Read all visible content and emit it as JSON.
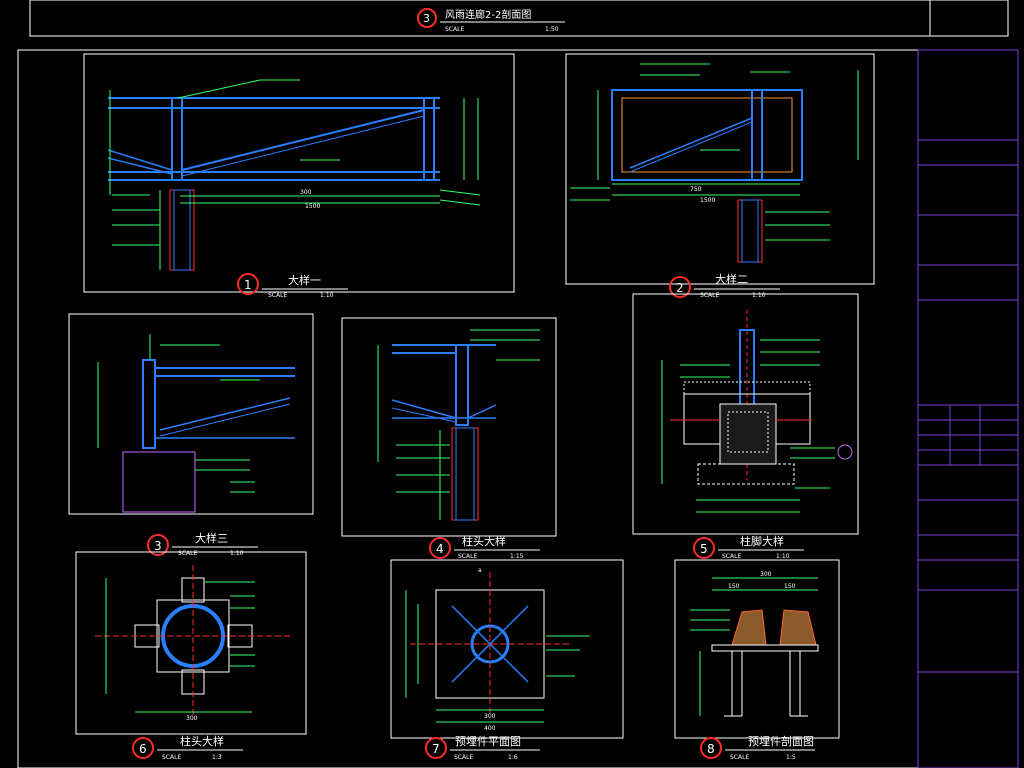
{
  "header": {
    "number": "3",
    "title": "风雨连廊2-2剖面图",
    "scale_label": "SCALE",
    "scale_value": "1:50"
  },
  "details": [
    {
      "number": "1",
      "title": "大样一",
      "scale_label": "SCALE",
      "scale_value": "1:10"
    },
    {
      "number": "2",
      "title": "大样二",
      "scale_label": "SCALE",
      "scale_value": "1:10"
    },
    {
      "number": "3",
      "title": "大样三",
      "scale_label": "SCALE",
      "scale_value": "1:10"
    },
    {
      "number": "4",
      "title": "柱头大样",
      "scale_label": "SCALE",
      "scale_value": "1:15"
    },
    {
      "number": "5",
      "title": "柱脚大样",
      "scale_label": "SCALE",
      "scale_value": "1:10"
    },
    {
      "number": "6",
      "title": "柱头大样",
      "scale_label": "SCALE",
      "scale_value": "1:3"
    },
    {
      "number": "7",
      "title": "预埋件平面图",
      "scale_label": "SCALE",
      "scale_value": "1:6"
    },
    {
      "number": "8",
      "title": "预埋件剖面图",
      "scale_label": "SCALE",
      "scale_value": "1:5"
    }
  ],
  "dimensions": {
    "d1_width": "300",
    "d1_total": "1500",
    "d2_width": "750",
    "d2_total": "1500",
    "d6_width": "300",
    "d7_width": "300",
    "d7_total": "400",
    "d8_width": "300",
    "d8_left": "150",
    "d8_right": "150",
    "d7_mark": "a"
  },
  "colors": {
    "beam": "#2a7fff",
    "dim": "#33ff66",
    "frame": "#ffffff",
    "badge": "#ff2a2a",
    "aux": "#ff3399"
  }
}
